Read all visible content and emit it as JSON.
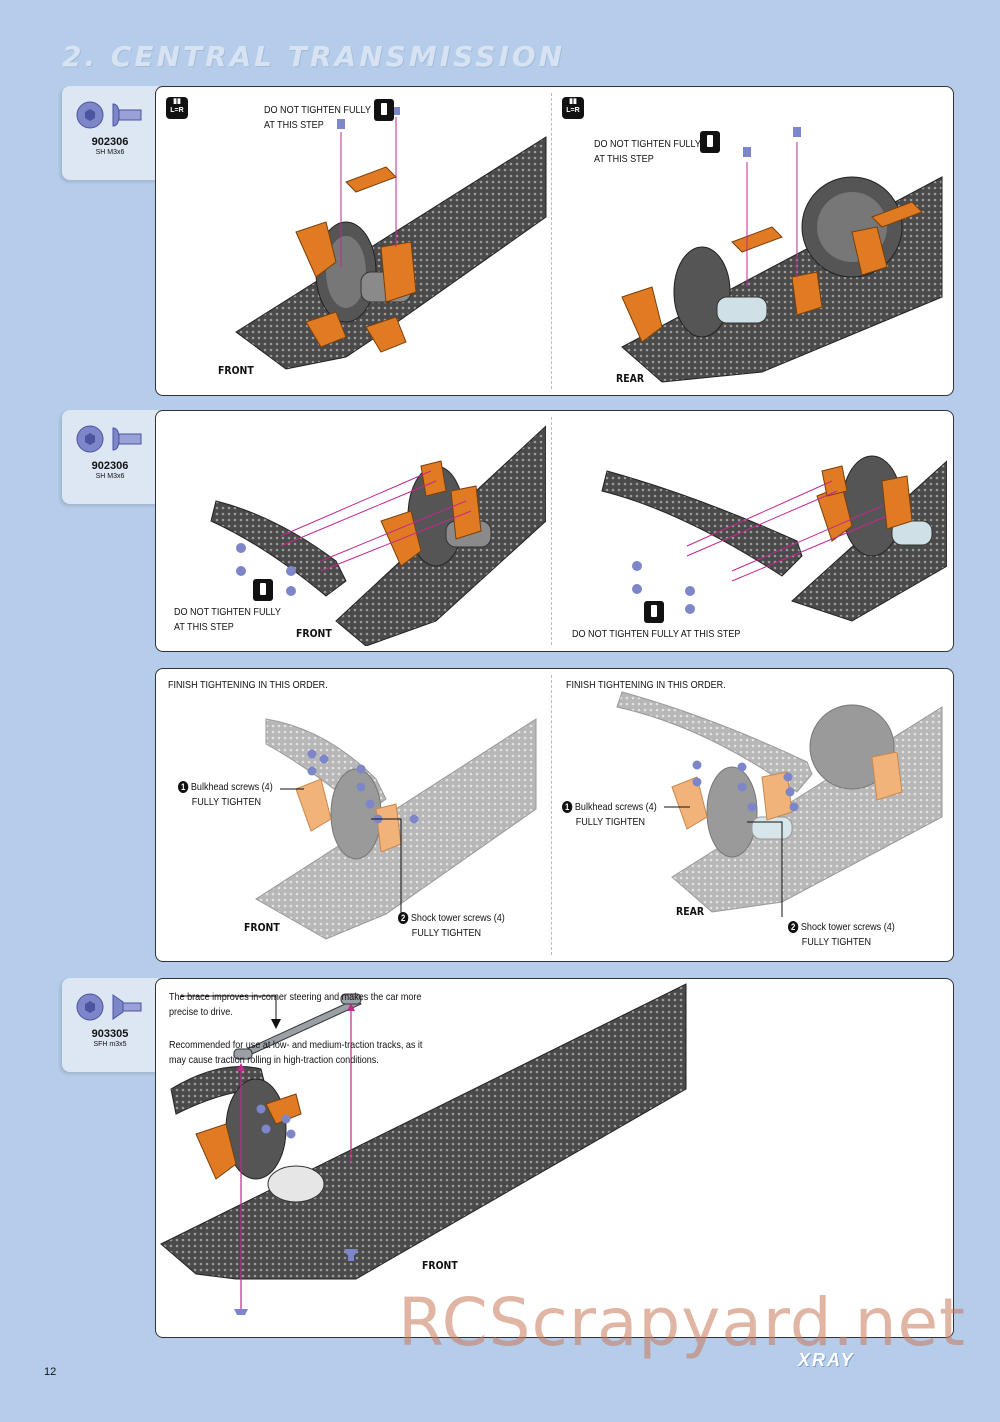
{
  "page": {
    "title": "2. CENTRAL TRANSMISSION",
    "page_number": "12",
    "brand_logo": "XRAY",
    "watermark": "RCScrapyard.net"
  },
  "parts": [
    {
      "number": "902306",
      "desc": "SH M3x6",
      "icon": "button-head-screw-icon"
    },
    {
      "number": "902306",
      "desc": "SH M3x6",
      "icon": "button-head-screw-icon"
    },
    {
      "number": "903305",
      "desc": "SFH m3x5",
      "icon": "flat-head-screw-icon"
    }
  ],
  "step1": {
    "left": {
      "badge": "L=R",
      "note": [
        "DO NOT TIGHTEN FULLY",
        "AT THIS STEP"
      ],
      "direction": "FRONT"
    },
    "right": {
      "badge": "L=R",
      "note": [
        "DO NOT TIGHTEN FULLY",
        "AT THIS STEP"
      ],
      "direction": "REAR"
    }
  },
  "step2": {
    "left": {
      "note": [
        "DO NOT TIGHTEN FULLY",
        "AT THIS STEP"
      ],
      "direction": "FRONT"
    },
    "right": {
      "note": "DO NOT TIGHTEN FULLY AT THIS STEP"
    }
  },
  "step3": {
    "left": {
      "header": "FINISH TIGHTENING IN THIS ORDER.",
      "c1": {
        "num": "1",
        "text": "Bulkhead screws (4)",
        "action": "FULLY TIGHTEN"
      },
      "c2": {
        "num": "2",
        "text": "Shock tower screws (4)",
        "action": "FULLY TIGHTEN"
      },
      "direction": "FRONT"
    },
    "right": {
      "header": "FINISH TIGHTENING IN THIS ORDER.",
      "c1": {
        "num": "1",
        "text": "Bulkhead screws (4)",
        "action": "FULLY TIGHTEN"
      },
      "c2": {
        "num": "2",
        "text": "Shock tower screws (4)",
        "action": "FULLY TIGHTEN"
      },
      "direction": "REAR"
    }
  },
  "step4": {
    "note1": [
      "The brace improves in-corner steering and makes the car more",
      "precise to drive."
    ],
    "note2": [
      "Recommended for use at low- and medium-traction tracks, as it",
      "may cause traction rolling in high-traction conditions."
    ],
    "direction": "FRONT"
  },
  "colors": {
    "background": "#b5cdea",
    "aluminium": "#e07b24",
    "carbon": "#4a4a4a",
    "screw": "#7d86c9",
    "arrow": "#c2288e"
  }
}
